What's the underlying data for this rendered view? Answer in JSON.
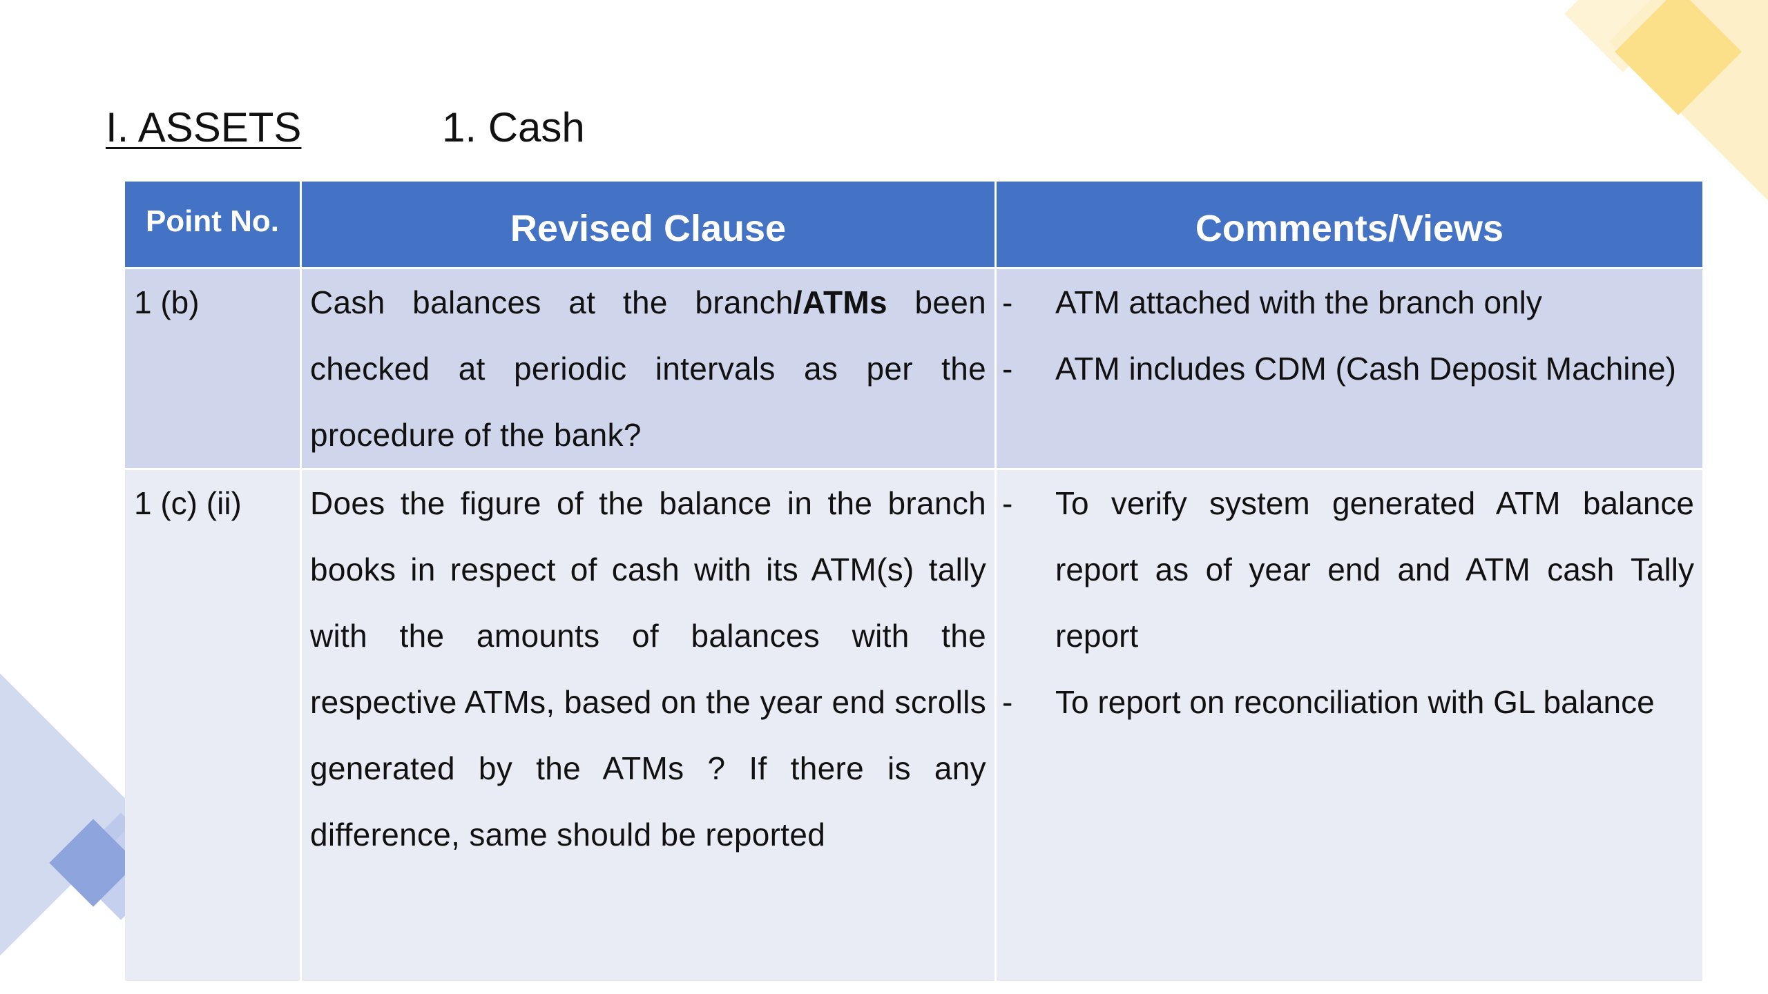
{
  "heading": {
    "section": "I. ASSETS",
    "topic": "1. Cash"
  },
  "table": {
    "headers": {
      "point": "Point No.",
      "clause": "Revised Clause",
      "comments": "Comments/Views"
    },
    "rows": [
      {
        "point": "1 (b)",
        "clause_parts": {
          "before": "Cash balances at the branch",
          "bold": "/ATMs",
          "after": " been checked at periodic intervals as per the procedure of the bank?"
        },
        "comments": [
          {
            "dash": "-",
            "text": "ATM attached with the branch only"
          },
          {
            "dash": "-",
            "text": "ATM includes CDM (Cash Deposit Machine)"
          }
        ]
      },
      {
        "point": "1 (c) (ii)",
        "clause": "Does the figure of the balance in the branch books in respect of cash with its ATM(s) tally with the amounts of balances with the respective ATMs, based on the year end scrolls generated by the ATMs ? If there is any difference, same should be reported",
        "comments": [
          {
            "dash": "-",
            "text": "To verify system generated ATM balance report as of year end and ATM cash Tally report"
          },
          {
            "dash": "-",
            "text": "To report on reconciliation with GL balance"
          }
        ]
      }
    ]
  },
  "colors": {
    "header_bg": "#4472c4",
    "row_dark": "#cfd5ea",
    "row_light": "#e9ebf5",
    "accent_yellow": "#fbe089",
    "accent_blue": "#8ea4dc"
  }
}
